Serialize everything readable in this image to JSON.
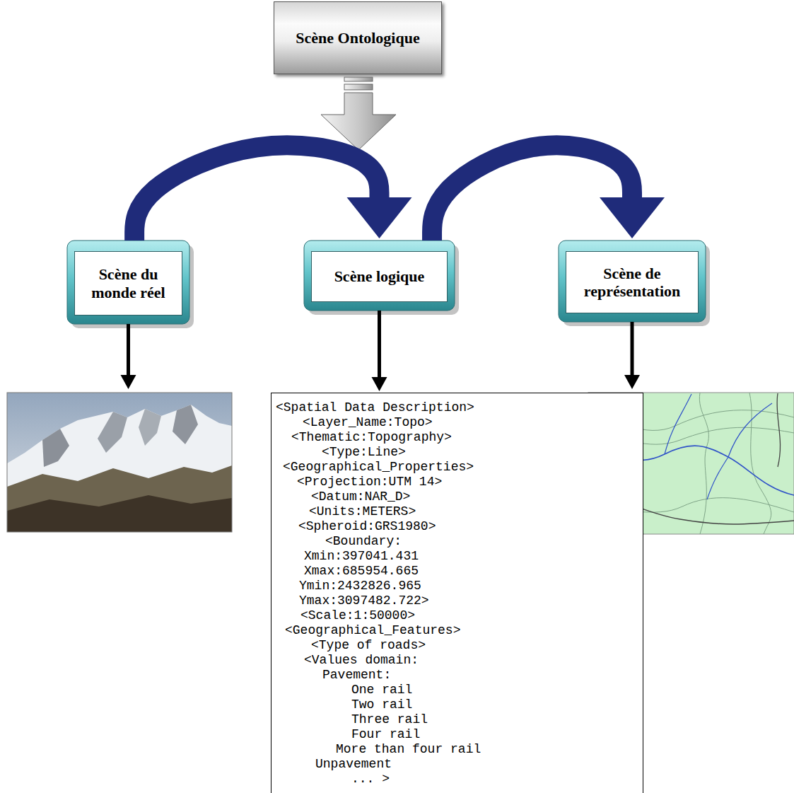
{
  "diagram": {
    "nodes": [
      {
        "text": [
          "Scène Ontologique"
        ]
      },
      {
        "text": [
          "Scène du monde réel"
        ]
      },
      {
        "text": [
          "Scène logique"
        ]
      },
      {
        "text": [
          "Scène de représentation"
        ]
      },
      {
        "text": [
          "<Spatial Data Description>",
          "<Layer_Name:Topo>",
          "<Thematic:Topography>",
          "<Type:Line>",
          "<Geographical_Properties>",
          "<Projection:UTM 14>",
          "<Datum:NAR_D>",
          "<Units:METERS>",
          "<Spheroid:GRS1980>",
          "<Boundary:",
          "Xmin:397041.431",
          "Xmax:685954.665",
          "Ymin:2432826.965",
          "Ymax:3097482.722>",
          "<Scale:1:50000>",
          "<Geographical_Features>",
          "<Type of roads>",
          "<Values domain:",
          "Pavement:",
          "One rail",
          "Two rail",
          "Three rail",
          "Four rail",
          "More than four rail",
          "Unpavement",
          "... >"
        ]
      }
    ],
    "edges": [
      {
        "from": 1,
        "to": 2,
        "arrow": "to"
      },
      {
        "from": 2,
        "to": 3,
        "arrow": "to"
      },
      {
        "from": 2,
        "to": 4,
        "arrow": "to"
      }
    ]
  }
}
